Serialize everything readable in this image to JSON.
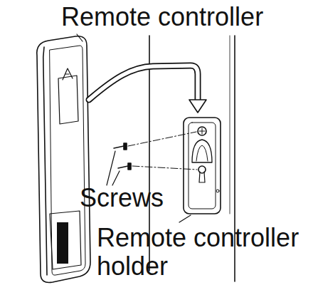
{
  "diagram": {
    "labels": [
      "Remote controller",
      "Screws",
      "Remote controller holder"
    ]
  }
}
